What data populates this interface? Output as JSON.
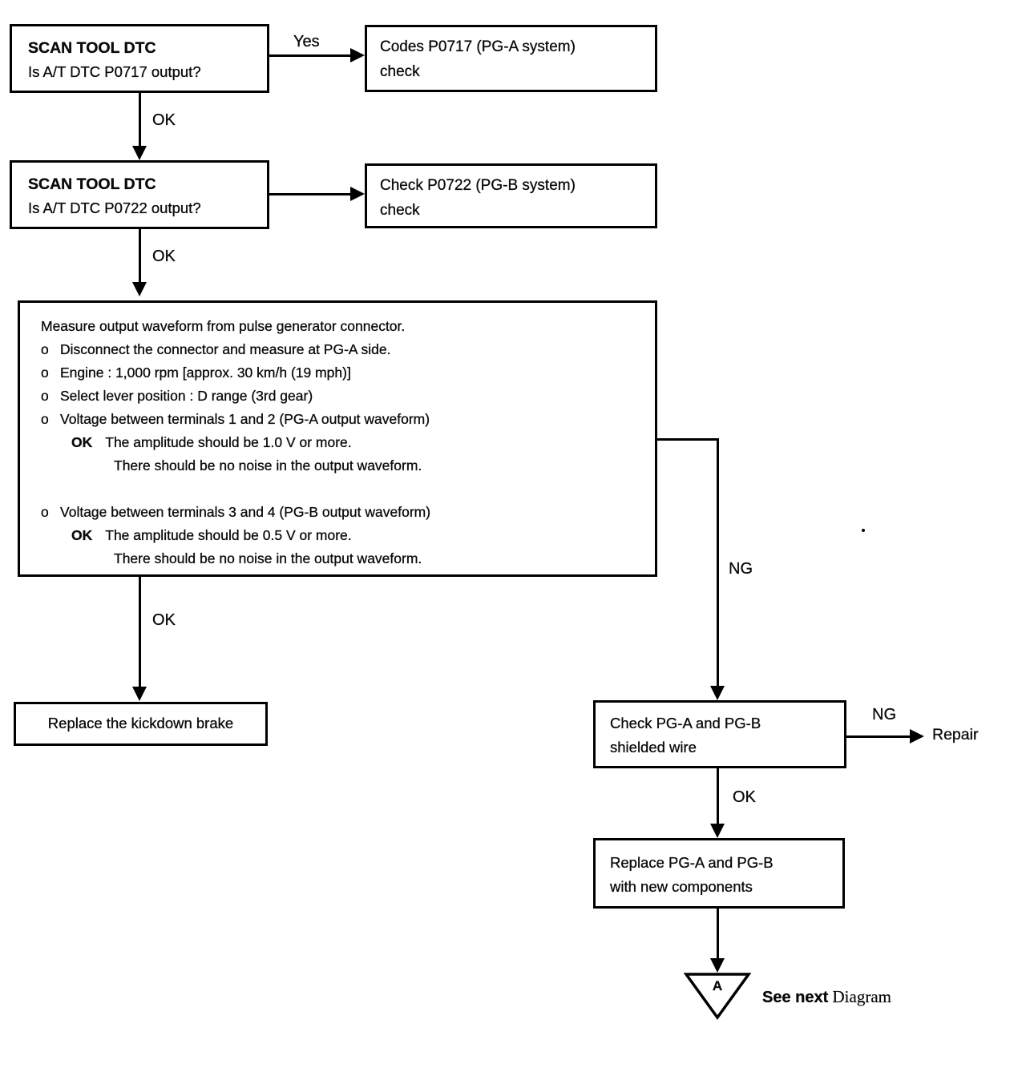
{
  "page": {
    "background": "#ffffff",
    "ink": "#000000"
  },
  "flow": {
    "step1": {
      "title": "SCAN TOOL DTC",
      "question": "Is A/T DTC P0717 output?"
    },
    "yes_label": "Yes",
    "result1": {
      "line1": "Codes P0717 (PG-A system)",
      "line2": "check"
    },
    "ok1_label": "OK",
    "step2": {
      "title": "SCAN TOOL DTC",
      "question": "Is A/T DTC P0722 output?"
    },
    "result2": {
      "line1": "Check P0722 (PG-B system)",
      "line2": "check"
    },
    "ok2_label": "OK",
    "measure": {
      "lines": [
        {
          "bullet": "",
          "ok": "",
          "text": "Measure output waveform from pulse generator connector."
        },
        {
          "bullet": "o",
          "ok": "",
          "text": "Disconnect the connector and measure at PG-A side."
        },
        {
          "bullet": "o",
          "ok": "",
          "text": "Engine : 1,000 rpm [approx. 30 km/h (19 mph)]"
        },
        {
          "bullet": "o",
          "ok": "",
          "text": "Select lever position : D range (3rd gear)"
        },
        {
          "bullet": "o",
          "ok": "",
          "text": "Voltage between terminals 1 and 2 (PG-A output waveform)"
        },
        {
          "bullet": "",
          "ok": "OK",
          "text": "The amplitude should be 1.0 V or more."
        },
        {
          "bullet": "",
          "ok": "",
          "text": "There should be no noise in the output waveform."
        },
        {
          "bullet": "",
          "ok": "",
          "text": ""
        },
        {
          "bullet": "o",
          "ok": "",
          "text": "Voltage between terminals 3 and 4 (PG-B output waveform)"
        },
        {
          "bullet": "",
          "ok": "OK",
          "text": "The amplitude should be 0.5 V or more."
        },
        {
          "bullet": "",
          "ok": "",
          "text": "There should be no noise in the output waveform."
        }
      ]
    },
    "ok3_label": "OK",
    "ng1_label": "NG",
    "kickdown_label": "Replace the kickdown brake",
    "check_wire": {
      "line1": "Check PG-A and PG-B",
      "line2": "shielded wire"
    },
    "ng2_label": "NG",
    "repair_label": "Repair",
    "ok4_label": "OK",
    "replace_pg": {
      "line1": "Replace PG-A and PG-B",
      "line2": "with new components"
    },
    "connector": {
      "letter": "A"
    },
    "see_next": {
      "bold": "See next",
      "serif": " Diagram"
    }
  }
}
